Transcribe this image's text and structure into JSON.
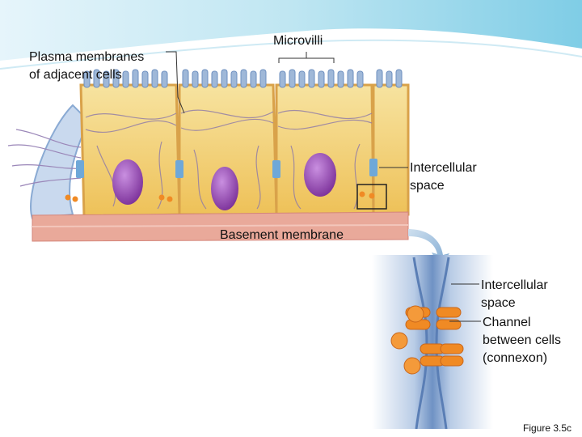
{
  "labels": {
    "plasma_membranes_line1": "Plasma membranes",
    "plasma_membranes_line2": "of adjacent cells",
    "microvilli": "Microvilli",
    "intercellular_space_1_line1": "Intercellular",
    "intercellular_space_1_line2": "space",
    "basement_membrane": "Basement membrane",
    "intercellular_space_2_line1": "Intercellular",
    "intercellular_space_2_line2": "space",
    "channel_line1": "Channel",
    "channel_line2": "between cells",
    "channel_line3": "(connexon)"
  },
  "figure_label": "Figure 3.5c",
  "colors": {
    "banner": "#bfe6f2",
    "cell_fill": "#f2cf6a",
    "cell_border": "#d9a24a",
    "nucleus": "#8a3fa8",
    "microvilli": "#9fb8d8",
    "basement": "#e9a99a",
    "membrane_blue": "#7fa4cf",
    "connexon": "#f08a24"
  }
}
